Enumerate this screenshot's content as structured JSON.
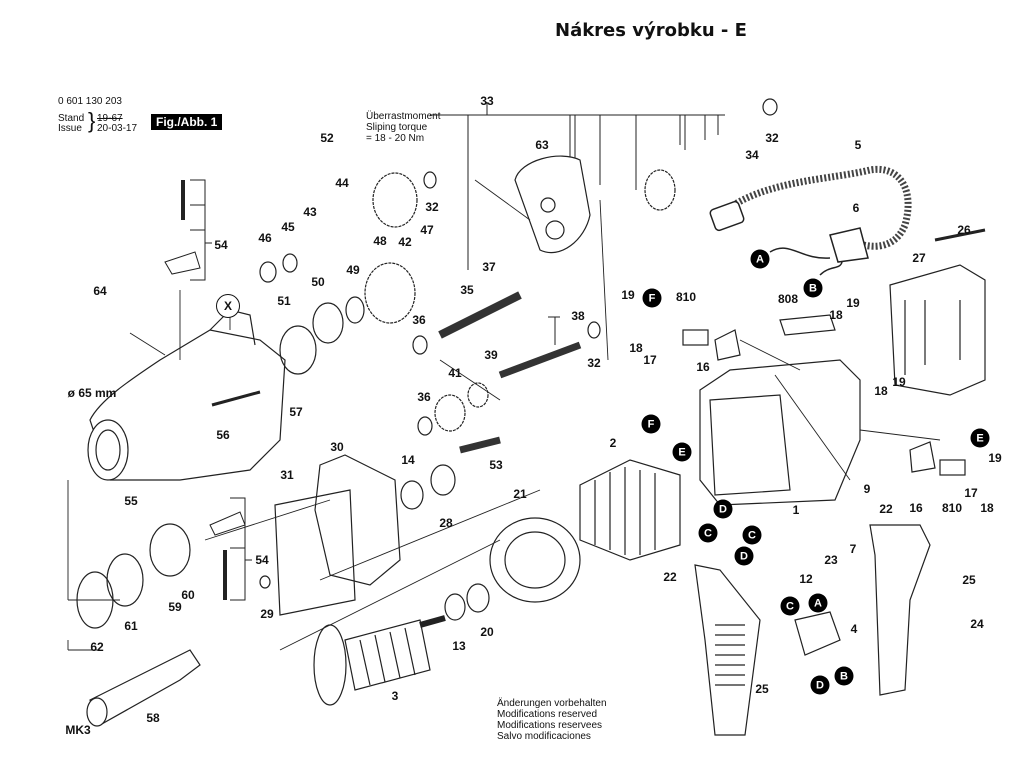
{
  "title": "Nákres výrobku - E",
  "header": {
    "part_number": "0 601 130 203",
    "stand_label": "Stand",
    "issue_label": "Issue",
    "stand_date": "19-67",
    "issue_date": "20-03-17",
    "figure": "Fig./Abb. 1"
  },
  "annotations": {
    "torque_line1": "Überrastmoment",
    "torque_line2": "Sliping torque",
    "torque_line3": "= 18 - 20 Nm",
    "diameter": "ø 65 mm",
    "taper": "MK3"
  },
  "footer_notes": [
    "Änderungen vorbehalten",
    "Modifications reserved",
    "Modifications reservees",
    "Salvo modificaciones"
  ],
  "part_labels": [
    {
      "id": "p33",
      "text": "33"
    },
    {
      "id": "p32a",
      "text": "32"
    },
    {
      "id": "p34",
      "text": "34"
    },
    {
      "id": "p52",
      "text": "52"
    },
    {
      "id": "p63",
      "text": "63"
    },
    {
      "id": "p5",
      "text": "5"
    },
    {
      "id": "p44",
      "text": "44"
    },
    {
      "id": "p32b",
      "text": "32"
    },
    {
      "id": "p43",
      "text": "43"
    },
    {
      "id": "p42",
      "text": "42"
    },
    {
      "id": "p47",
      "text": "47"
    },
    {
      "id": "p6",
      "text": "6"
    },
    {
      "id": "p46",
      "text": "46"
    },
    {
      "id": "p45",
      "text": "45"
    },
    {
      "id": "p48",
      "text": "48"
    },
    {
      "id": "p54a",
      "text": "54"
    },
    {
      "id": "p26",
      "text": "26"
    },
    {
      "id": "p37",
      "text": "37"
    },
    {
      "id": "p27",
      "text": "27"
    },
    {
      "id": "p49",
      "text": "49"
    },
    {
      "id": "p64",
      "text": "64"
    },
    {
      "id": "p50",
      "text": "50"
    },
    {
      "id": "p35",
      "text": "35"
    },
    {
      "id": "p19a",
      "text": "19"
    },
    {
      "id": "p810a",
      "text": "810"
    },
    {
      "id": "p808",
      "text": "808"
    },
    {
      "id": "p19b",
      "text": "19"
    },
    {
      "id": "p51",
      "text": "51"
    },
    {
      "id": "p38",
      "text": "38"
    },
    {
      "id": "p18a",
      "text": "18"
    },
    {
      "id": "p36a",
      "text": "36"
    },
    {
      "id": "p18b",
      "text": "18"
    },
    {
      "id": "p17a",
      "text": "17"
    },
    {
      "id": "p39",
      "text": "39"
    },
    {
      "id": "p32c",
      "text": "32"
    },
    {
      "id": "p16a",
      "text": "16"
    },
    {
      "id": "p19c",
      "text": "19"
    },
    {
      "id": "p18c",
      "text": "18"
    },
    {
      "id": "p41",
      "text": "41"
    },
    {
      "id": "p57",
      "text": "57"
    },
    {
      "id": "p36b",
      "text": "36"
    },
    {
      "id": "p56",
      "text": "56"
    },
    {
      "id": "p53",
      "text": "53"
    },
    {
      "id": "p30",
      "text": "30"
    },
    {
      "id": "p2",
      "text": "2"
    },
    {
      "id": "p14",
      "text": "14"
    },
    {
      "id": "p31",
      "text": "31"
    },
    {
      "id": "p9",
      "text": "9"
    },
    {
      "id": "p19d",
      "text": "19"
    },
    {
      "id": "p55",
      "text": "55"
    },
    {
      "id": "p21",
      "text": "21"
    },
    {
      "id": "p1",
      "text": "1"
    },
    {
      "id": "p28",
      "text": "28"
    },
    {
      "id": "p16b",
      "text": "16"
    },
    {
      "id": "p810b",
      "text": "810"
    },
    {
      "id": "p17b",
      "text": "17"
    },
    {
      "id": "p18d",
      "text": "18"
    },
    {
      "id": "p22a",
      "text": "22"
    },
    {
      "id": "p54b",
      "text": "54"
    },
    {
      "id": "p7",
      "text": "7"
    },
    {
      "id": "p23",
      "text": "23"
    },
    {
      "id": "p12",
      "text": "12"
    },
    {
      "id": "p22b",
      "text": "22"
    },
    {
      "id": "p25a",
      "text": "25"
    },
    {
      "id": "p60",
      "text": "60"
    },
    {
      "id": "p29",
      "text": "29"
    },
    {
      "id": "p59",
      "text": "59"
    },
    {
      "id": "p4",
      "text": "4"
    },
    {
      "id": "p61",
      "text": "61"
    },
    {
      "id": "p62",
      "text": "62"
    },
    {
      "id": "p20",
      "text": "20"
    },
    {
      "id": "p13",
      "text": "13"
    },
    {
      "id": "p24",
      "text": "24"
    },
    {
      "id": "p3",
      "text": "3"
    },
    {
      "id": "p25b",
      "text": "25"
    },
    {
      "id": "p58",
      "text": "58"
    }
  ],
  "connectors": [
    {
      "id": "cA1",
      "text": "A"
    },
    {
      "id": "cB1",
      "text": "B"
    },
    {
      "id": "cF1",
      "text": "F"
    },
    {
      "id": "cF2",
      "text": "F"
    },
    {
      "id": "cE1",
      "text": "E"
    },
    {
      "id": "cE2",
      "text": "E"
    },
    {
      "id": "cD1",
      "text": "D"
    },
    {
      "id": "cC1",
      "text": "C"
    },
    {
      "id": "cC2",
      "text": "C"
    },
    {
      "id": "cD2",
      "text": "D"
    },
    {
      "id": "cC3",
      "text": "C"
    },
    {
      "id": "cA2",
      "text": "A"
    },
    {
      "id": "cB2",
      "text": "B"
    },
    {
      "id": "cD3",
      "text": "D"
    }
  ],
  "detail_marker": "X"
}
